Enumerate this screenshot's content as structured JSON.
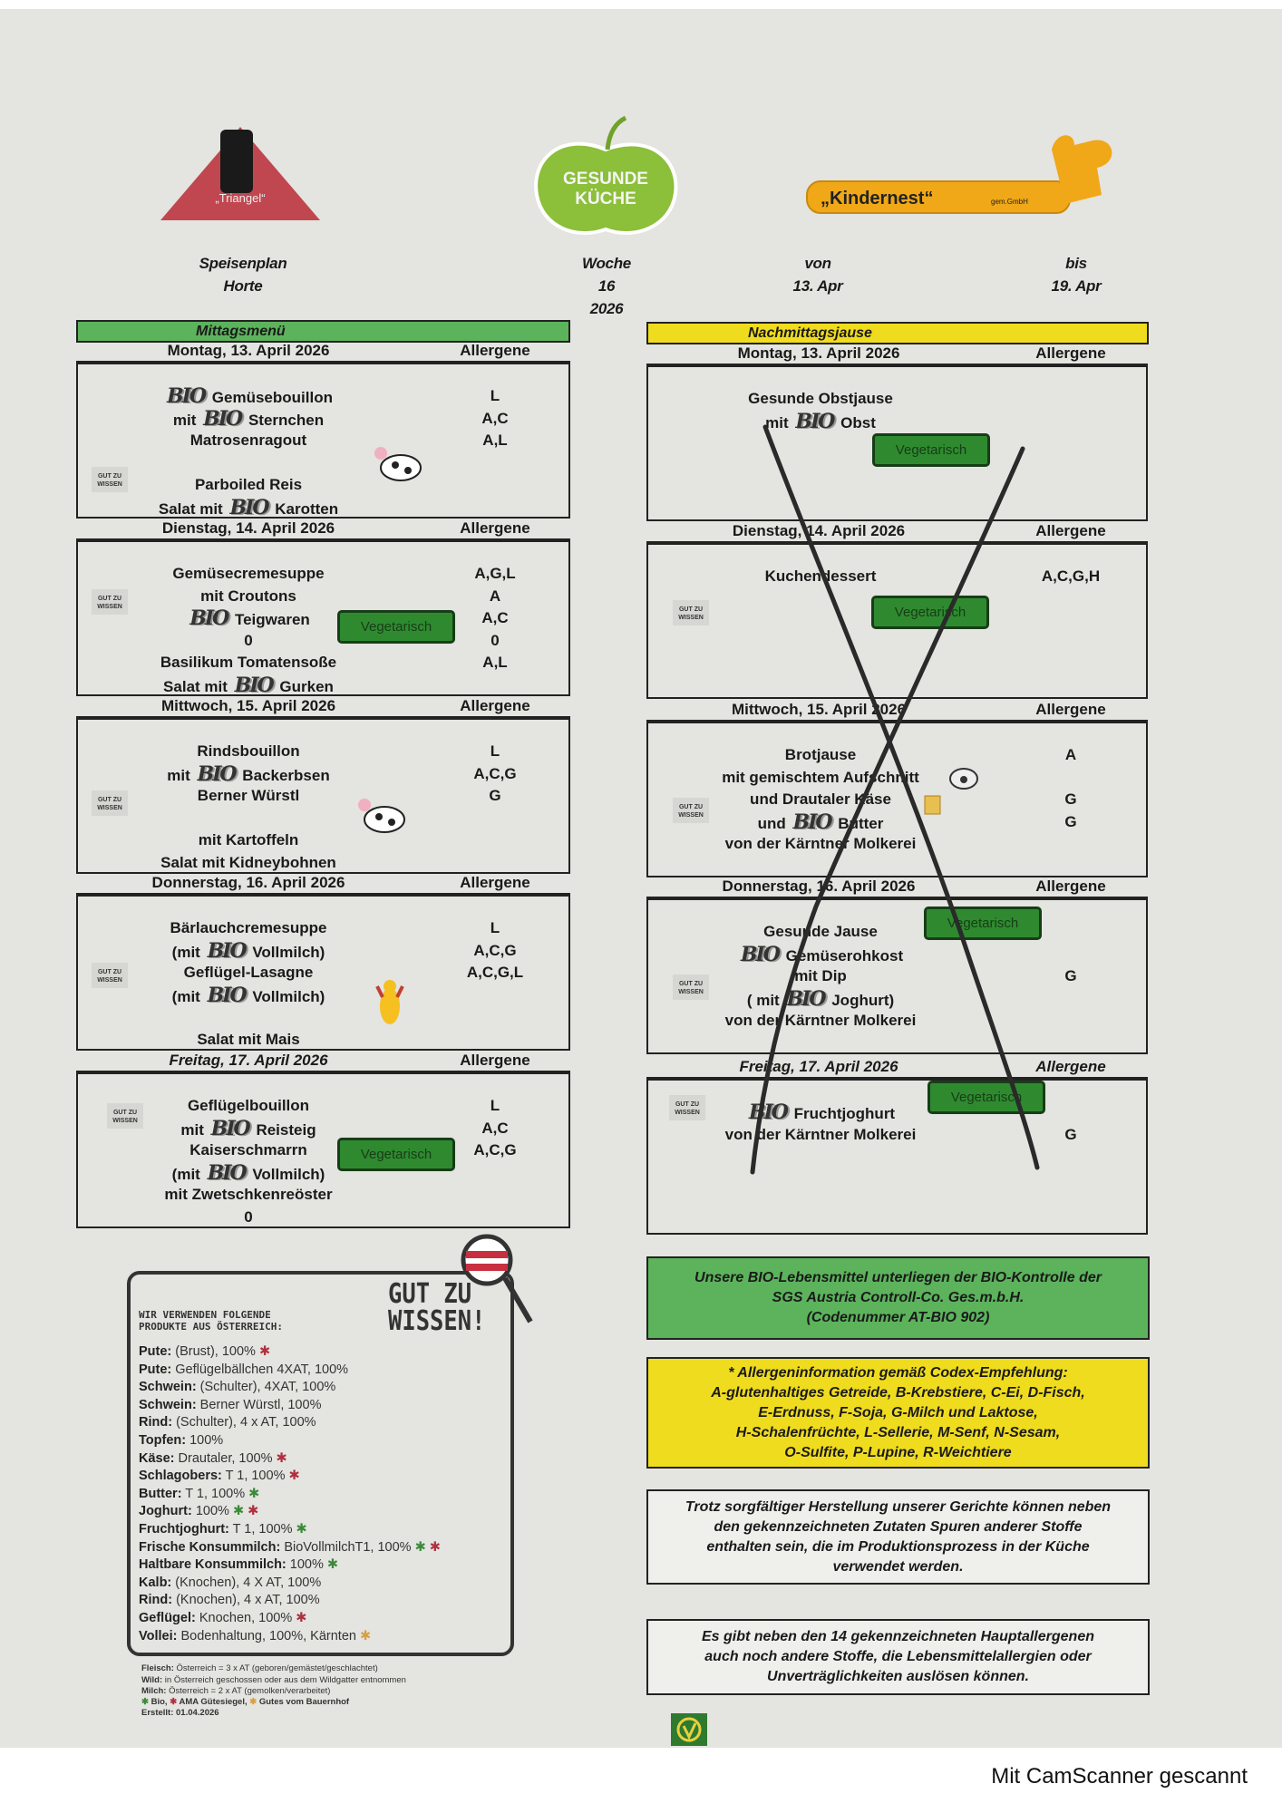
{
  "logos": {
    "triangel": "„Triangel“",
    "gesunde_kueche": [
      "GESUNDE",
      "KÜCHE"
    ],
    "kindernest": "„Kindernest“",
    "kindernest_suffix": "gem.GmbH"
  },
  "header": {
    "plan": "Speisenplan",
    "group": "Horte",
    "week_label": "Woche",
    "week": "16",
    "year": "2026",
    "from_label": "von",
    "from": "13. Apr",
    "to_label": "bis",
    "to": "19. Apr"
  },
  "lunch": {
    "title": "Mittagsmenü",
    "allergen_label": "Allergene",
    "veg_label": "Vegetarisch",
    "days": [
      {
        "date": "Montag, 13. April 2026",
        "rows": [
          "BIO Gemüsebouillon",
          "mit BIO Sternchen",
          "Matrosenragout",
          "",
          "Parboiled Reis",
          "Salat mit BIO Karotten"
        ],
        "allergens": [
          "L",
          "A,C",
          "A,L",
          "",
          "",
          ""
        ],
        "veg": false
      },
      {
        "date": "Dienstag, 14. April 2026",
        "rows": [
          "Gemüsecremesuppe",
          "mit  Croutons",
          "BIO Teigwaren",
          "0",
          "Basilikum Tomatensoße",
          "Salat mit BIO Gurken"
        ],
        "allergens": [
          "A,G,L",
          "A",
          "A,C",
          "0",
          "A,L",
          ""
        ],
        "veg": true
      },
      {
        "date": "Mittwoch, 15. April 2026",
        "rows": [
          "Rindsbouillon",
          "mit BIO Backerbsen",
          "Berner Würstl",
          "",
          "mit  Kartoffeln",
          "Salat mit  Kidneybohnen"
        ],
        "allergens": [
          "L",
          "A,C,G",
          "G",
          "",
          "",
          ""
        ],
        "veg": false
      },
      {
        "date": "Donnerstag, 16. April 2026",
        "rows": [
          "Bärlauchcremesuppe",
          "(mit BIO Vollmilch)",
          "Geflügel-Lasagne",
          "(mit BIO Vollmilch)",
          "",
          "Salat mit Mais"
        ],
        "allergens": [
          "L",
          "A,C,G",
          "A,C,G,L",
          "",
          "",
          ""
        ],
        "veg": false
      },
      {
        "date": "Freitag, 17. April 2026",
        "rows": [
          "Geflügelbouillon",
          "mit BIO  Reisteig",
          "Kaiserschmarrn",
          "(mit BIO Vollmilch)",
          "mit Zwetschkenreöster",
          "0"
        ],
        "allergens": [
          "L",
          "A,C",
          "A,C,G",
          "",
          "",
          ""
        ],
        "veg": true
      }
    ]
  },
  "snack": {
    "title": "Nachmittagsjause",
    "allergen_label": "Allergene",
    "veg_label": "Vegetarisch",
    "days": [
      {
        "date": "Montag, 13. April 2026",
        "rows": [
          "Gesunde Obstjause",
          "mit BIO Obst",
          "",
          "",
          ""
        ],
        "allergens": [
          "",
          "",
          "",
          "",
          ""
        ],
        "veg": true
      },
      {
        "date": "Dienstag, 14. April 2026",
        "rows": [
          "Kuchendessert",
          "",
          "",
          "",
          ""
        ],
        "allergens": [
          "A,C,G,H",
          "",
          "",
          "",
          ""
        ],
        "veg": true
      },
      {
        "date": "Mittwoch, 15. April 2026",
        "rows": [
          "Brotjause",
          "mit gemischtem Aufschnitt",
          "und Drautaler Käse",
          "und BIO  Butter",
          "von der Kärntner Molkerei"
        ],
        "allergens": [
          "A",
          "",
          "G",
          "G",
          ""
        ],
        "veg": false
      },
      {
        "date": "Donnerstag, 16. April 2026",
        "rows": [
          "Gesunde Jause",
          "BIO    Gemüserohkost",
          "mit Dip",
          "( mit BIO Joghurt)",
          "von der Kärntner Molkerei"
        ],
        "allergens": [
          "",
          "",
          "G",
          "",
          ""
        ],
        "veg": true
      },
      {
        "date": "Freitag, 17. April 2026",
        "rows": [
          "BIO Fruchtjoghurt",
          "von der Kärntner Molkerei",
          "",
          "",
          ""
        ],
        "allergens": [
          "",
          "G",
          "",
          "",
          ""
        ],
        "veg": true
      }
    ]
  },
  "qr_label": "GUT ZU WISSEN",
  "good_to_know": {
    "title": [
      "GUT ZU",
      "WISSEN!"
    ],
    "intro": [
      "WIR VERWENDEN FOLGENDE",
      "PRODUKTE AUS ÖSTERREICH:"
    ],
    "products": [
      {
        "name": "Pute:",
        "detail": "(Brust), 100%",
        "marks": [
          "r"
        ]
      },
      {
        "name": "Pute:",
        "detail": "Geflügelbällchen 4XAT, 100%",
        "marks": []
      },
      {
        "name": "Schwein:",
        "detail": "(Schulter), 4XAT, 100%",
        "marks": []
      },
      {
        "name": "Schwein:",
        "detail": "Berner Würstl, 100%",
        "marks": []
      },
      {
        "name": "Rind:",
        "detail": "(Schulter), 4 x AT, 100%",
        "marks": []
      },
      {
        "name": "Topfen:",
        "detail": "100%",
        "marks": []
      },
      {
        "name": "Käse:",
        "detail": "Drautaler, 100%",
        "marks": [
          "r"
        ]
      },
      {
        "name": "Schlagobers:",
        "detail": "T 1, 100%",
        "marks": [
          "r"
        ]
      },
      {
        "name": "Butter:",
        "detail": "T 1, 100%",
        "marks": [
          "g"
        ]
      },
      {
        "name": "Joghurt:",
        "detail": "100%",
        "marks": [
          "g",
          "r"
        ]
      },
      {
        "name": "Fruchtjoghurt:",
        "detail": "T 1, 100%",
        "marks": [
          "g"
        ]
      },
      {
        "name": "Frische Konsummilch:",
        "detail": "BioVollmilchT1, 100%",
        "marks": [
          "g",
          "r"
        ]
      },
      {
        "name": "Haltbare Konsummilch:",
        "detail": "100%",
        "marks": [
          "g"
        ]
      },
      {
        "name": "Kalb:",
        "detail": "(Knochen), 4 X AT, 100%",
        "marks": []
      },
      {
        "name": "Rind:",
        "detail": "(Knochen), 4 x AT, 100%",
        "marks": []
      },
      {
        "name": "Geflügel:",
        "detail": "Knochen, 100%",
        "marks": [
          "r"
        ]
      },
      {
        "name": "Vollei:",
        "detail": "Bodenhaltung, 100%, Kärnten",
        "marks": [
          "o"
        ]
      }
    ],
    "footnotes": [
      {
        "name": "Fleisch:",
        "detail": "Österreich = 3 x AT (geboren/gemästet/geschlachtet)"
      },
      {
        "name": "Wild:",
        "detail": "in Österreich geschossen oder aus dem Wildgatter entnommen"
      },
      {
        "name": "Milch:",
        "detail": "Österreich = 2 x AT (gemolken/verarbeitet)"
      }
    ],
    "legend": {
      "bio": "Bio,",
      "ama": "AMA Gütesiegel,",
      "farm": "Gutes vom Bauernhof"
    },
    "created": "Erstellt: 01.04.2026"
  },
  "info": {
    "bio_control": [
      "Unsere BIO-Lebensmittel unterliegen der BIO-Kontrolle der",
      "SGS Austria Controll-Co. Ges.m.b.H.",
      "(Codenummer AT-BIO 902)"
    ],
    "allergen_info": [
      "* Allergeninformation gemäß Codex-Empfehlung:",
      "A-glutenhaltiges Getreide, B-Krebstiere, C-Ei, D-Fisch,",
      "E-Erdnuss, F-Soja, G-Milch und Laktose,",
      "H-Schalenfrüchte, L-Sellerie, M-Senf, N-Sesam,",
      "O-Sulfite, P-Lupine, R-Weichtiere"
    ],
    "traces": [
      "Trotz sorgfältiger Herstellung unserer Gerichte können neben",
      "den gekennzeichneten Zutaten Spuren anderer Stoffe",
      "enthalten sein, die im Produktionsprozess in der Küche",
      "verwendet werden."
    ],
    "other": [
      "Es gibt neben den 14 gekennzeichneten Hauptallergenen",
      "auch noch andere Stoffe, die Lebensmittelallergien oder",
      "Unverträglichkeiten auslösen können."
    ]
  },
  "scanner_footer": "Mit CamScanner gescannt",
  "colors": {
    "paper": "#e4e4e0",
    "green": "#5cb35c",
    "yellow": "#f0dc1e",
    "veg": "#2f8a2f",
    "pen": "#222222"
  }
}
